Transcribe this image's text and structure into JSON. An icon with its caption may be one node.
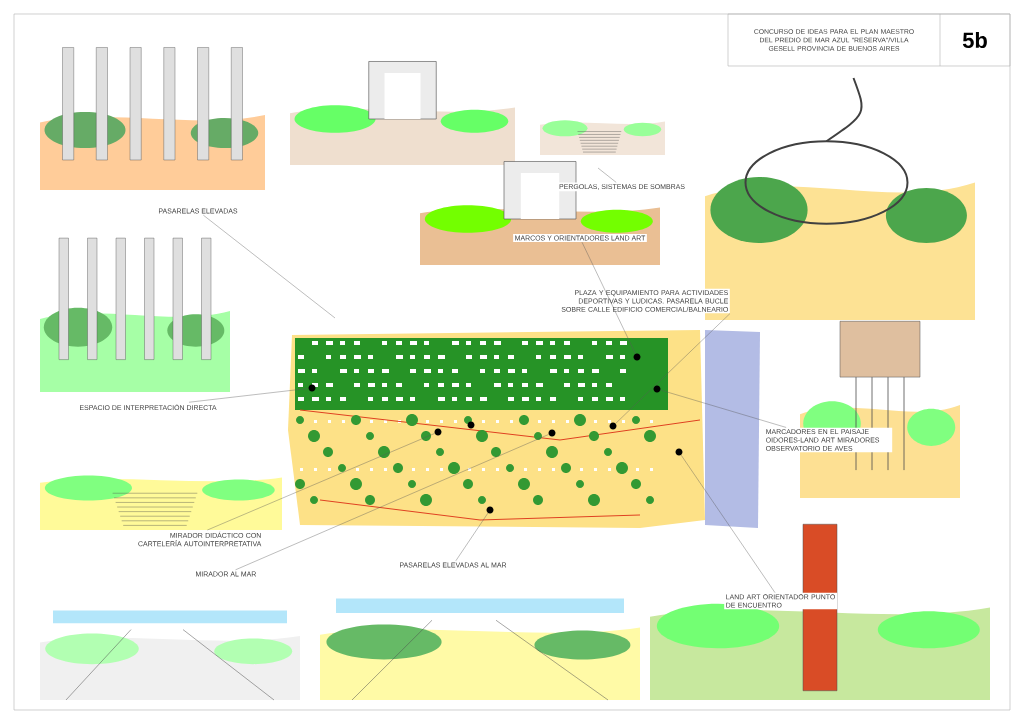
{
  "diagram": {
    "title": "CONCURSO DE IDEAS PARA EL PLAN MAESTRO DEL PREDIO DE MAR AZUL \"RESERVA\"/VILLA GESELL PROVINCIA DE BUENOS AIRES",
    "nodes": [
      {
        "text": [
          "PASARELAS ELEVADAS"
        ]
      },
      {
        "text": [
          "PERGOLAS,  SISTEMAS DE SOMBRAS"
        ]
      },
      {
        "text": [
          "MARCOS Y ORIENTADORES LAND ART"
        ]
      },
      {
        "text": [
          "PLAZA Y EQUIPAMIENTO PARA ACTIVIDADES DEPORTIVAS Y LUDICAS. PASARELA BUCLE SOBRE CALLE EDIFICIO COMERCIAL/BALNEARIO"
        ]
      },
      {
        "text": [
          "ESPACIO DE INTERPRETACIÓN DIRECTA"
        ]
      },
      {
        "text": [
          "MARCADORES EN EL PAISAJE OIDORES-LAND ART MIRADORES OBSERVATORIO DE AVES"
        ]
      },
      {
        "text": [
          "MIRADOR DIDÁCTICO CON CARTELERÍA AUTOINTERPRETATIVA"
        ]
      },
      {
        "text": [
          "MIRADOR AL MAR"
        ]
      },
      {
        "text": [
          "PASARELAS ELEVADAS AL MAR"
        ]
      },
      {
        "text": [
          "LAND ART ORIENTADOR PUNTO DE ENCUENTRO"
        ]
      },
      {
        "text": [],
        "shape": "circle"
      },
      {
        "text": [],
        "shape": "circle"
      },
      {
        "text": [],
        "shape": "circle"
      },
      {
        "text": [],
        "shape": "circle"
      },
      {
        "text": [],
        "shape": "circle"
      },
      {
        "text": [],
        "shape": "circle"
      },
      {
        "text": [],
        "shape": "circle"
      },
      {
        "text": [],
        "shape": "circle"
      },
      {
        "text": [],
        "shape": "circle"
      }
    ],
    "edges": [
      {
        "from": 0,
        "to": null,
        "arrow": "none"
      },
      {
        "from": 1,
        "to": null,
        "arrow": "none"
      },
      {
        "from": 2,
        "to": 10,
        "arrow": "none"
      },
      {
        "from": 3,
        "to": 14,
        "arrow": "none"
      },
      {
        "from": 4,
        "to": 11,
        "arrow": "none"
      },
      {
        "from": 5,
        "to": 12,
        "arrow": "none"
      },
      {
        "from": 6,
        "to": 15,
        "arrow": "none"
      },
      {
        "from": 7,
        "to": 16,
        "arrow": "none"
      },
      {
        "from": 8,
        "to": 18,
        "arrow": "none"
      },
      {
        "from": 9,
        "to": 17,
        "arrow": "none"
      }
    ],
    "labels": [
      "5b"
    ]
  }
}
